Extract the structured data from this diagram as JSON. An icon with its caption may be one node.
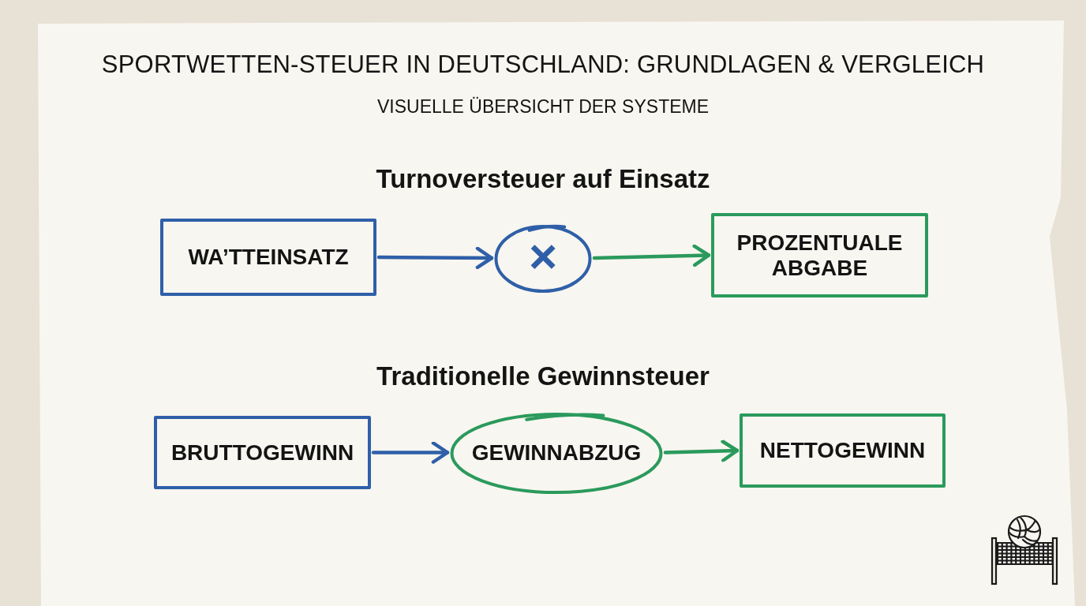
{
  "diagram": {
    "title": "SPORTWETTEN-STEUER IN DEUTSCHLAND: GRUNDLAGEN & VERGLEICH",
    "nodes": [
      {
        "text": [
          "WA’TTEINSATZ"
        ]
      },
      {
        "text": [
          "×"
        ]
      },
      {
        "text": [
          "PROZENTUALE ABGABE"
        ]
      },
      {
        "text": [
          "BRUTTOGEWINN"
        ]
      },
      {
        "text": [
          "GEWINNABZUG"
        ]
      },
      {
        "text": [
          "NETTOGEWINN"
        ]
      }
    ],
    "edges": [
      {
        "from": 0,
        "to": 1,
        "arrow": "to"
      },
      {
        "from": 1,
        "to": 2,
        "arrow": "to",
        "color": "#2a9a5c"
      },
      {
        "from": 3,
        "to": 4,
        "arrow": "to"
      },
      {
        "from": 4,
        "to": 5,
        "arrow": "to",
        "color": "#2a9a5c"
      }
    ],
    "labels": [
      "VISUELLE ÜBERSICHT DER SYSTEME",
      "Turnoversteuer auf Einsatz",
      "Traditionelle Gewinnsteuer"
    ]
  }
}
